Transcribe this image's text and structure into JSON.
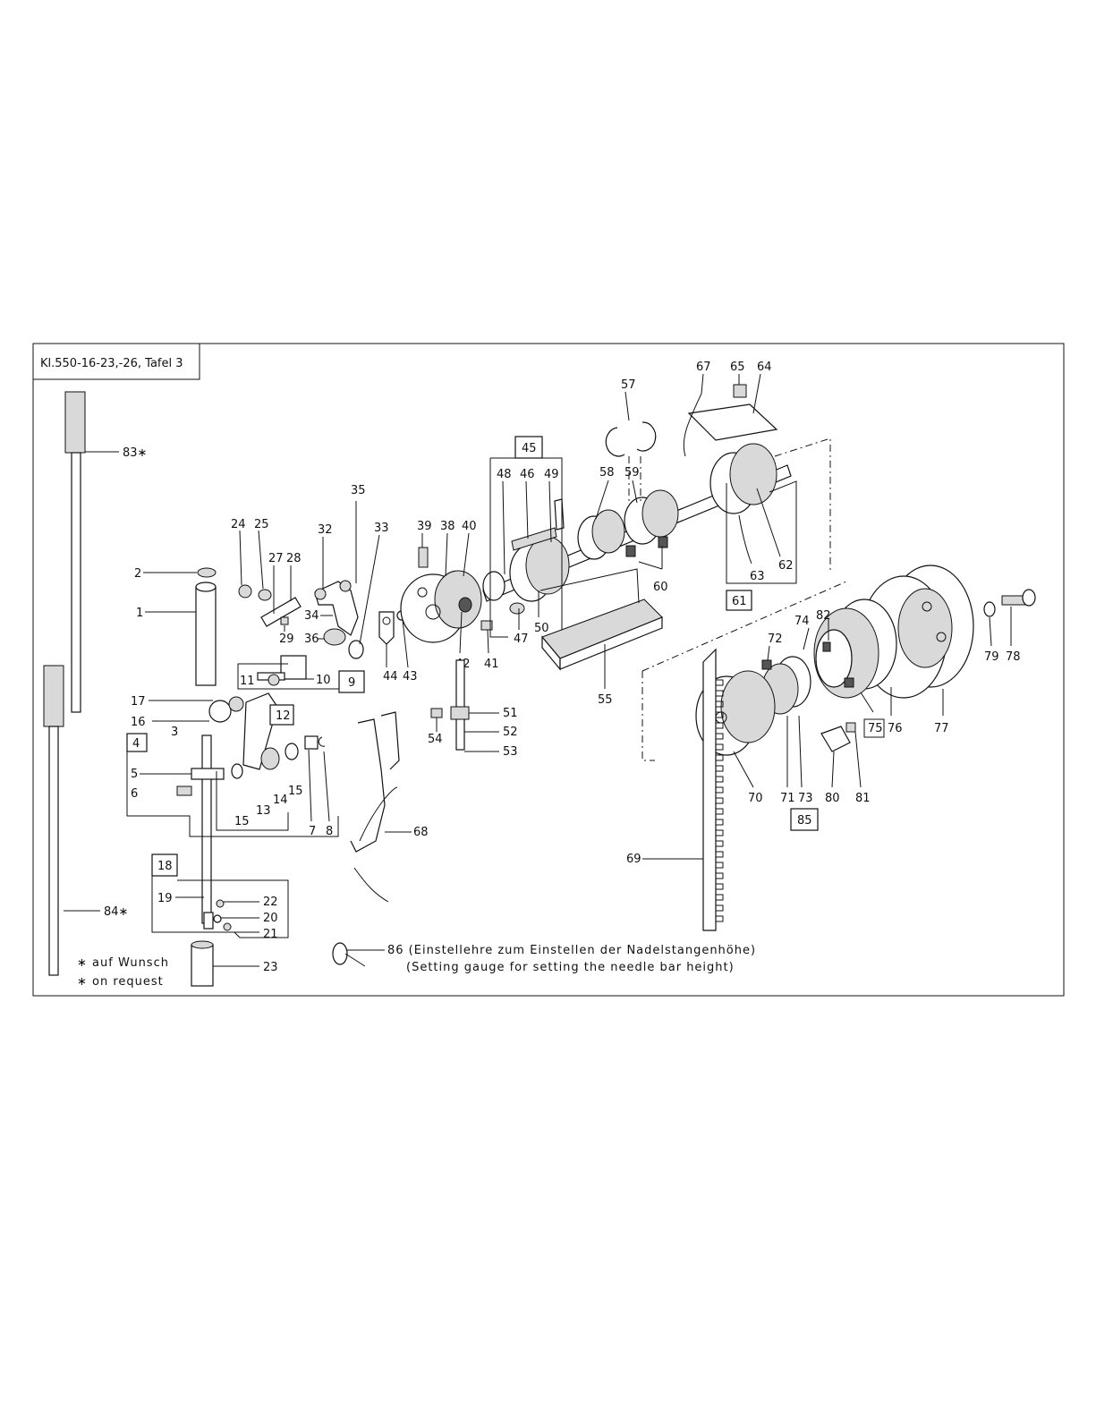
{
  "title": "Kl.550-16-23,-26, Tafel 3",
  "notes": {
    "de": "∗ auf Wunsch",
    "en": "∗ on request",
    "gauge_de": "86 (Einstellehre zum Einstellen der Nadelstangenhöhe)",
    "gauge_en": "(Setting gauge for setting the needle bar height)"
  },
  "tool_labels": {
    "t83": "83∗",
    "t84": "84∗"
  },
  "parts": {
    "p1": "1",
    "p2": "2",
    "p3": "3",
    "p5": "5",
    "p6": "6",
    "p7": "7",
    "p8": "8",
    "p10": "10",
    "p11": "11",
    "p13": "13",
    "p14": "14",
    "p15a": "15",
    "p15b": "15",
    "p16": "16",
    "p17": "17",
    "p19": "19",
    "p20": "20",
    "p21": "21",
    "p22": "22",
    "p23": "23",
    "p24": "24",
    "p25": "25",
    "p27": "27",
    "p28": "28",
    "p29": "29",
    "p32": "32",
    "p33": "33",
    "p34": "34",
    "p35": "35",
    "p36": "36",
    "p38": "38",
    "p39": "39",
    "p40": "40",
    "p41": "41",
    "p42": "42",
    "p43": "43",
    "p44": "44",
    "p46": "46",
    "p47": "47",
    "p48": "48",
    "p49": "49",
    "p50": "50",
    "p51": "51",
    "p52": "52",
    "p53": "53",
    "p54": "54",
    "p55": "55",
    "p57": "57",
    "p58": "58",
    "p59": "59",
    "p60": "60",
    "p62": "62",
    "p63": "63",
    "p64": "64",
    "p65": "65",
    "p67": "67",
    "p68": "68",
    "p69": "69",
    "p70": "70",
    "p71": "71",
    "p72": "72",
    "p73": "73",
    "p74": "74",
    "p75": "75",
    "p76": "76",
    "p77": "77",
    "p78": "78",
    "p79": "79",
    "p80": "80",
    "p81": "81",
    "p82": "82"
  },
  "group_boxes": {
    "g4": "4",
    "g9": "9",
    "g12": "12",
    "g18": "18",
    "g45": "45",
    "g61": "61",
    "g85": "85"
  }
}
